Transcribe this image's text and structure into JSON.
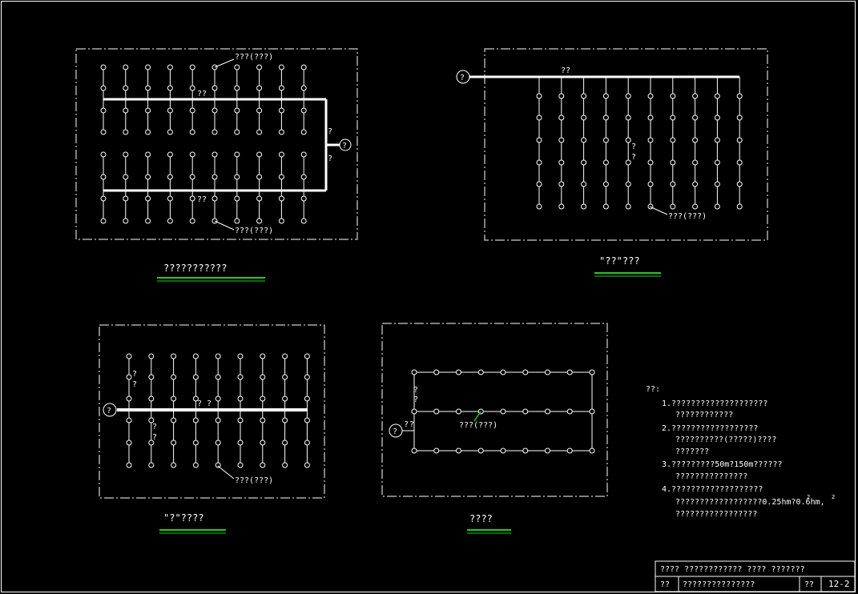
{
  "colors": {
    "background": "#000000",
    "lines": "#ffffff",
    "underline": "#22cc22"
  },
  "diagram1": {
    "title": "???????????",
    "label_upper_pipe": "??",
    "label_lower_pipe": "??",
    "label_branch_top": "?",
    "label_branch_bottom": "?",
    "label_source": "?",
    "callout_top": "???(???)",
    "callout_bottom": "???(???)"
  },
  "diagram2": {
    "title": "\"??\"???",
    "label_main": "??",
    "label_source": "?",
    "label_mid_1": "?",
    "label_mid_2": "?",
    "callout": "???(???)"
  },
  "diagram3": {
    "title": "\"?\"????",
    "label_source": "?",
    "label_a1": "?",
    "label_a2": "?",
    "label_b1": "?",
    "label_b2": "?",
    "label_pipe_1": "?",
    "label_pipe_2": "?",
    "callout": "???(???)"
  },
  "diagram4": {
    "title": "????",
    "label_source": "?",
    "label_left_1": "?",
    "label_left_2": "?",
    "label_v1": "?",
    "label_v2": "?",
    "callout": "???(???)"
  },
  "notes": {
    "heading": "??:",
    "lines": [
      "1.????????????????????",
      "????????????",
      "2.??????????????????",
      "??????????(?????)????",
      "???????",
      "3.?????????50m?150m??????",
      "???????????????",
      "4.???????????????????",
      "??????????????????0.25hm?0.6hm,",
      "?????????????????"
    ],
    "sup_1": "2",
    "sup_2": "2"
  },
  "title_block": {
    "row1": "???? ????????????  ???? ???????",
    "cell_label": "??",
    "cell_name": "???????????????",
    "cell_code": "??",
    "sheet": "12-2"
  }
}
